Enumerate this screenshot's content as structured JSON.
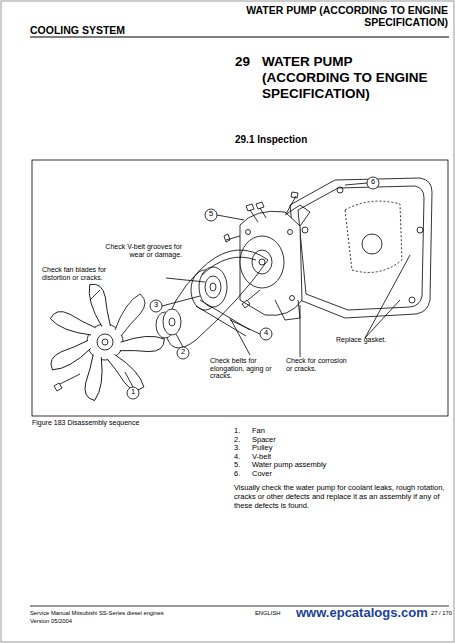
{
  "diagram": {
    "title": "WATER PUMP (ACCORDING TO ENGINE SPECIFICATION)",
    "caption": "Figure 183 Disassembly sequence",
    "labels": [
      "COOLING SYSTEM",
      "29",
      "29.1 Inspection",
      "Check V-belt grooves for wear or damage.",
      "Check fan blades for distortion or cracks.",
      "Check belts for elongation, aging or cracks.",
      "Check for corrosion or cracks.",
      "Replace gasket.",
      "6",
      "5",
      "3",
      "2",
      "4",
      "1",
      "1.",
      "Fan",
      "2.",
      "Spacer",
      "3.",
      "Pulley",
      "4.",
      "V-belt",
      "5.",
      "Water pump assembly",
      "6.",
      "Cover",
      "Visually check the water pump for coolant leaks, rough rotation, cracks or other defects and replace it as an assembly if any of these defects is found.",
      "Service Manual Mitsubishi SS-Series diesel engines",
      "Version 05/2004",
      "ENGLISH",
      "www.epcatalogs.com",
      "27 / 170",
      "WATER PUMP (ACCORDING TO ENGINE SPECIFICATION)"
    ]
  }
}
